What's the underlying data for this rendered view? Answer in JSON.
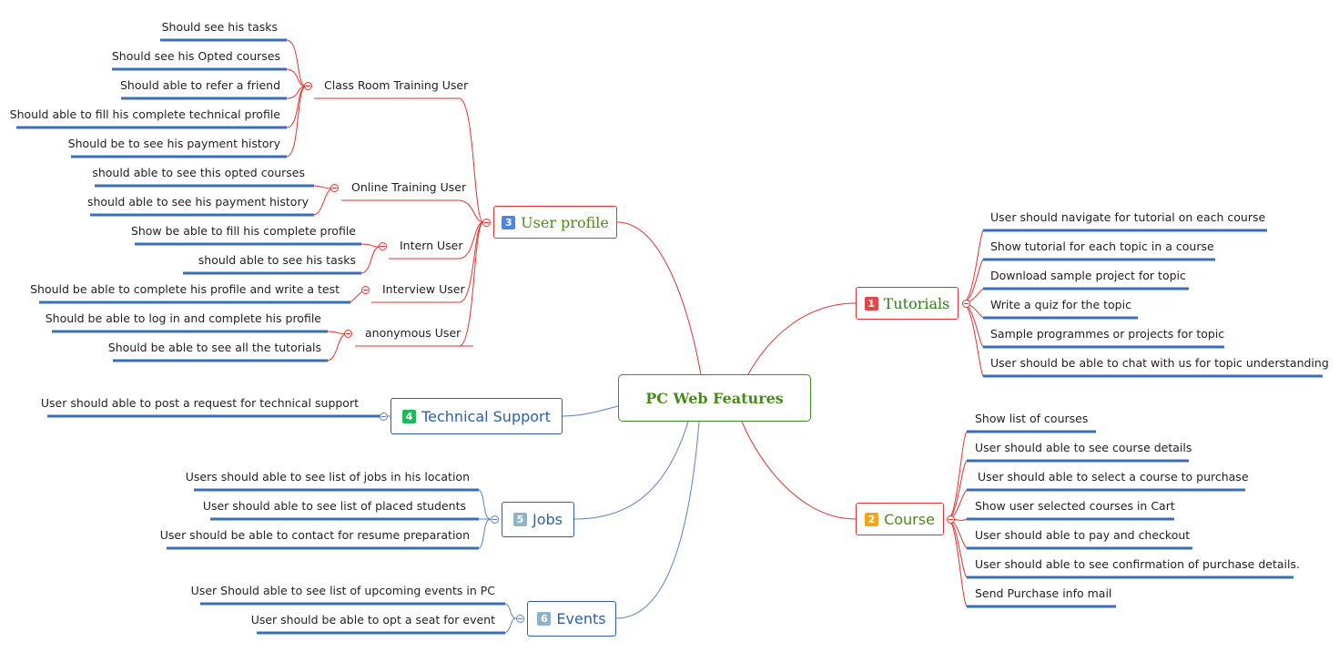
{
  "central": {
    "title": "PC Web Features",
    "color": "#4a8a1c"
  },
  "branches": {
    "tutorials": {
      "badge": "1",
      "label": "Tutorials",
      "badge_color": "#e04848",
      "label_color": "#2e7d1a",
      "items": [
        "User should navigate for  tutorial on each course",
        "Show tutorial for each topic in a course",
        "Download sample project for topic",
        "Write a quiz for the topic",
        "Sample programmes or projects for topic",
        "User should be able to chat with us for topic understanding"
      ]
    },
    "course": {
      "badge": "2",
      "label": "Course",
      "badge_color": "#f2a516",
      "label_color": "#4e8a1a",
      "items": [
        "Show list of courses",
        "User should able to see course details",
        "User should able to select a course to purchase",
        "Show user selected courses in Cart",
        "User should able to pay and checkout",
        "User should able to see confirmation of purchase details.",
        "Send Purchase info mail"
      ]
    },
    "user_profile": {
      "badge": "3",
      "label": "User profile",
      "badge_color": "#4a86e8",
      "label_color": "#4e8a1a",
      "groups": {
        "classroom": {
          "label": "Class Room Training User",
          "items": [
            "Should see his tasks",
            "Should see his Opted courses",
            "Should able to refer a friend",
            "Should able to fill his complete technical profile",
            "Should be to see his payment history"
          ]
        },
        "online": {
          "label": "Online Training User",
          "items": [
            "should able to see this opted courses",
            "should able to see his payment history"
          ]
        },
        "intern": {
          "label": "Intern User",
          "items": [
            "Show be able to fill his complete profile",
            "should able to see his tasks"
          ]
        },
        "interview": {
          "label": "Interview User",
          "items": [
            "Should be able to complete his profile and write a test"
          ]
        },
        "anonymous": {
          "label": "anonymous  User",
          "items": [
            "Should be able to log in and complete his profile",
            "Should be able to see all the tutorials"
          ]
        }
      }
    },
    "technical_support": {
      "badge": "4",
      "label": "Technical Support",
      "badge_color": "#1fb85a",
      "label_color": "#2f5fa8",
      "items": [
        "User should able to post a request for technical support"
      ]
    },
    "jobs": {
      "badge": "5",
      "label": "Jobs",
      "badge_color": "#8fb3c7",
      "label_color": "#2f5fa8",
      "items": [
        "Users should able to see list of jobs in his location",
        "User should able to see list of placed students",
        "User should be able to contact for resume preparation"
      ]
    },
    "events": {
      "badge": "6",
      "label": "Events",
      "badge_color": "#8fb3c7",
      "label_color": "#2f5fa8",
      "items": [
        "User Should able to see list of upcoming events in PC",
        "User should be able to opt a seat for event"
      ]
    }
  },
  "colors": {
    "red_branch": "#e03333",
    "blue_branch": "#5b7fc7",
    "underline": "#3a6fb8",
    "central_border": "#3c8f2a"
  }
}
